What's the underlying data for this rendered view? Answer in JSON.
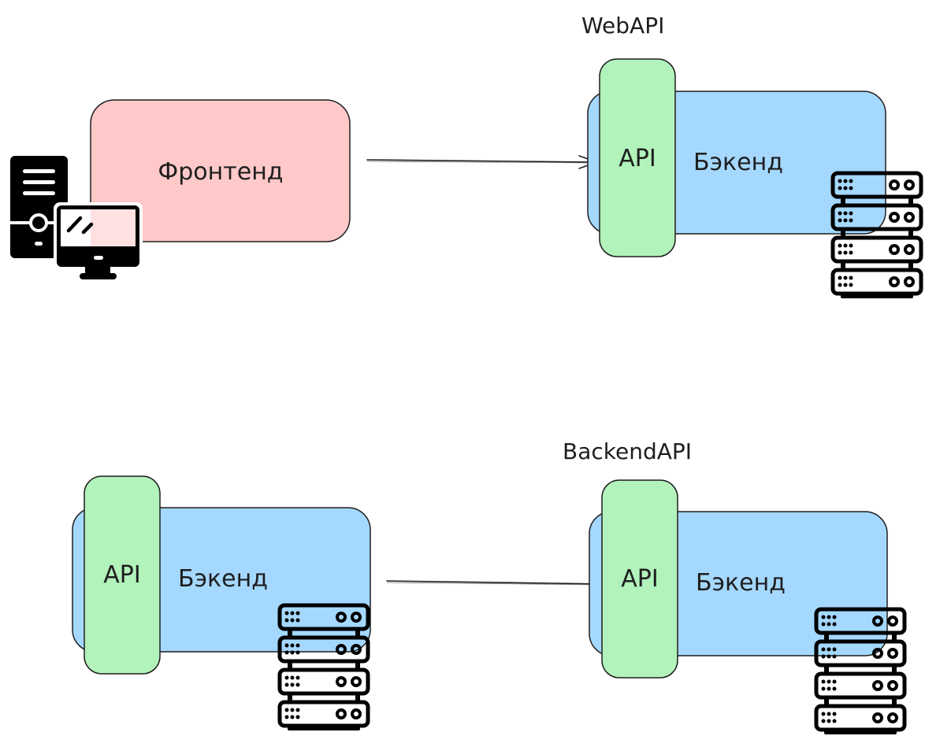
{
  "diagram": {
    "top": {
      "frontend": {
        "label": "Фронтенд",
        "fill": "#ffc9c9"
      },
      "connection_label": "WebAPI",
      "backend": {
        "label": "Бэкенд",
        "api_label": "API",
        "fill": "#a5d8ff",
        "api_fill": "#b2f2bb"
      }
    },
    "bottom": {
      "connection_label": "BackendAPI",
      "source_backend": {
        "label": "Бэкенд",
        "api_label": "API",
        "fill": "#a5d8ff",
        "api_fill": "#b2f2bb"
      },
      "target_backend": {
        "label": "Бэкенд",
        "api_label": "API",
        "fill": "#a5d8ff",
        "api_fill": "#b2f2bb"
      }
    },
    "icons": {
      "client": "desktop-computer-icon",
      "server": "server-rack-icon"
    },
    "colors": {
      "stroke": "#1e1e1e",
      "frontend": "#ffc9c9",
      "backend": "#a5d8ff",
      "api": "#b2f2bb"
    }
  }
}
